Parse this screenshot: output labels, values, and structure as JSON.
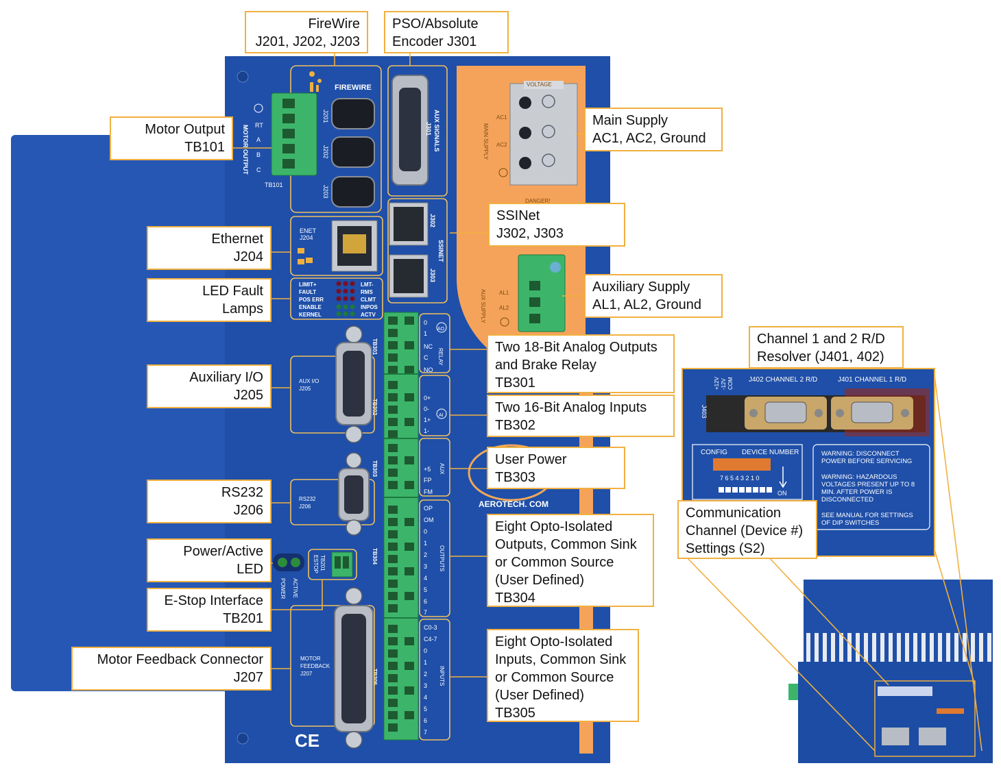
{
  "callouts": {
    "firewire": {
      "line1": "FireWire",
      "line2": "J201, J202, J203"
    },
    "pso": {
      "line1": "PSO/Absolute",
      "line2": "Encoder J301"
    },
    "motor_output": {
      "line1": "Motor Output",
      "line2": "TB101"
    },
    "main_supply": {
      "line1": "Main Supply",
      "line2": "AC1, AC2, Ground"
    },
    "ssinet": {
      "line1": "SSINet",
      "line2": "J302, J303"
    },
    "ethernet": {
      "line1": "Ethernet",
      "line2": "J204"
    },
    "auxiliary_supply": {
      "line1": "Auxiliary Supply",
      "line2": "AL1, AL2, Ground"
    },
    "led_fault": {
      "line1": "LED Fault",
      "line2": "Lamps"
    },
    "analog_outputs": {
      "line1": "Two 18-Bit Analog Outputs",
      "line2": "and Brake Relay",
      "line3": "TB301"
    },
    "channel_rd": {
      "line1": "Channel 1 and 2 R/D",
      "line2": "Resolver (J401, 402)"
    },
    "auxiliary_io": {
      "line1": "Auxiliary I/O",
      "line2": "J205"
    },
    "analog_inputs": {
      "line1": "Two 16-Bit Analog Inputs",
      "line2": "TB302"
    },
    "user_power": {
      "line1": "User Power",
      "line2": "TB303"
    },
    "rs232": {
      "line1": "RS232",
      "line2": "J206"
    },
    "communication": {
      "line1": "Communication",
      "line2": "Channel (Device #)",
      "line3": "Settings (S2)"
    },
    "opto_outputs": {
      "line1": "Eight Opto-Isolated",
      "line2": "Outputs, Common Sink",
      "line3": "or Common Source",
      "line4": "(User Defined)",
      "line5": "TB304"
    },
    "power_led": {
      "line1": "Power/Active",
      "line2": "LED"
    },
    "estop": {
      "line1": "E-Stop Interface",
      "line2": "TB201"
    },
    "opto_inputs": {
      "line1": "Eight Opto-Isolated",
      "line2": "Inputs, Common Sink",
      "line3": "or Common Source",
      "line4": "(User Defined)",
      "line5": "TB305"
    },
    "motor_feedback": {
      "line1": "Motor Feedback Connector",
      "line2": "J207"
    }
  },
  "panel_labels": {
    "firewire": "FIREWIRE",
    "j201": "J201",
    "j202": "J202",
    "j203": "J203",
    "motor_output": "MOTOR OUTPUT",
    "rt": "RT",
    "a": "A",
    "b": "B",
    "c": "C",
    "tb101": "TB101",
    "aux_signals": "AUX SIGNALS",
    "j301": "J301",
    "main_supply": "MAIN SUPPLY",
    "ac1": "AC1",
    "ac2": "AC2",
    "voltage": "VOLTAGE",
    "danger": "DANGER!",
    "enet": "ENET",
    "j204": "J204",
    "ssinet": "SSINET",
    "j302": "J302",
    "j303": "J303",
    "aux_supply": "AUX SUPPLY",
    "al1": "AL1",
    "al2": "AL2",
    "led_left": [
      "LIMIT+",
      "FAULT",
      "POS ERR",
      "ENABLE",
      "KERNEL"
    ],
    "led_right": [
      "LMT-",
      "RMS",
      "CLMT",
      "INPOS",
      "ACTV"
    ],
    "tb301": "TB301",
    "tb301_pins": [
      "0",
      "1",
      "NC",
      "C",
      "NO"
    ],
    "relay": "RELAY",
    "ao": "AO",
    "ai": "AI",
    "aux_io": "AUX I/O",
    "j205": "J205",
    "tb302": "TB302",
    "tb302_pins": [
      "0+",
      "0-",
      "1+",
      "1-"
    ],
    "tb303": "TB303",
    "tb303_pins": [
      "+5",
      "FP",
      "FM"
    ],
    "aux": "AUX",
    "rs232": "RS232",
    "j206": "J206",
    "aerotech": "AEROTECH. COM",
    "estop": "ESTOP",
    "tb201": "TB201",
    "active": "ACTIVE",
    "power": "POWER",
    "tb304": "TB304",
    "tb304_pins": [
      "OP",
      "OM",
      "0",
      "1",
      "2",
      "3",
      "4",
      "5",
      "6",
      "7"
    ],
    "outputs": "OUTPUTS",
    "motor_feedback": [
      "MOTOR",
      "FEEDBACK",
      "J207"
    ],
    "tb305": "TB305",
    "tb305_pins": [
      "C0-3",
      "C4-7",
      "0",
      "1",
      "2",
      "3",
      "4",
      "5",
      "6",
      "7"
    ],
    "inputs": "INPUTS",
    "ce": "CE"
  },
  "inset_labels": {
    "voltages": [
      "+12V",
      "-12V",
      "COM"
    ],
    "j402": "J402  CHANNEL 2 R/D",
    "j401": "J401  CHANNEL 1 R/D",
    "j403": "J403",
    "config": "CONFIG",
    "device_number": "DEVICE NUMBER",
    "dip_numbers": "7 6 5 4 3 2 1 0",
    "on": "ON",
    "warning1": [
      "WARNING: DISCONNECT",
      "POWER BEFORE SERVICING"
    ],
    "warning2": [
      "WARNING: HAZARDOUS",
      "VOLTAGES PRESENT UP TO 8",
      "MIN. AFTER POWER IS",
      "DISCONNECTED"
    ],
    "warning3": [
      "SEE MANUAL FOR SETTINGS",
      "OF DIP SWITCHES"
    ]
  },
  "colors": {
    "panel_blue": "#1f4fa8",
    "orange_region": "#f5a35a",
    "callout_border": "#f0b040",
    "terminal_green": "#3cb56a"
  }
}
